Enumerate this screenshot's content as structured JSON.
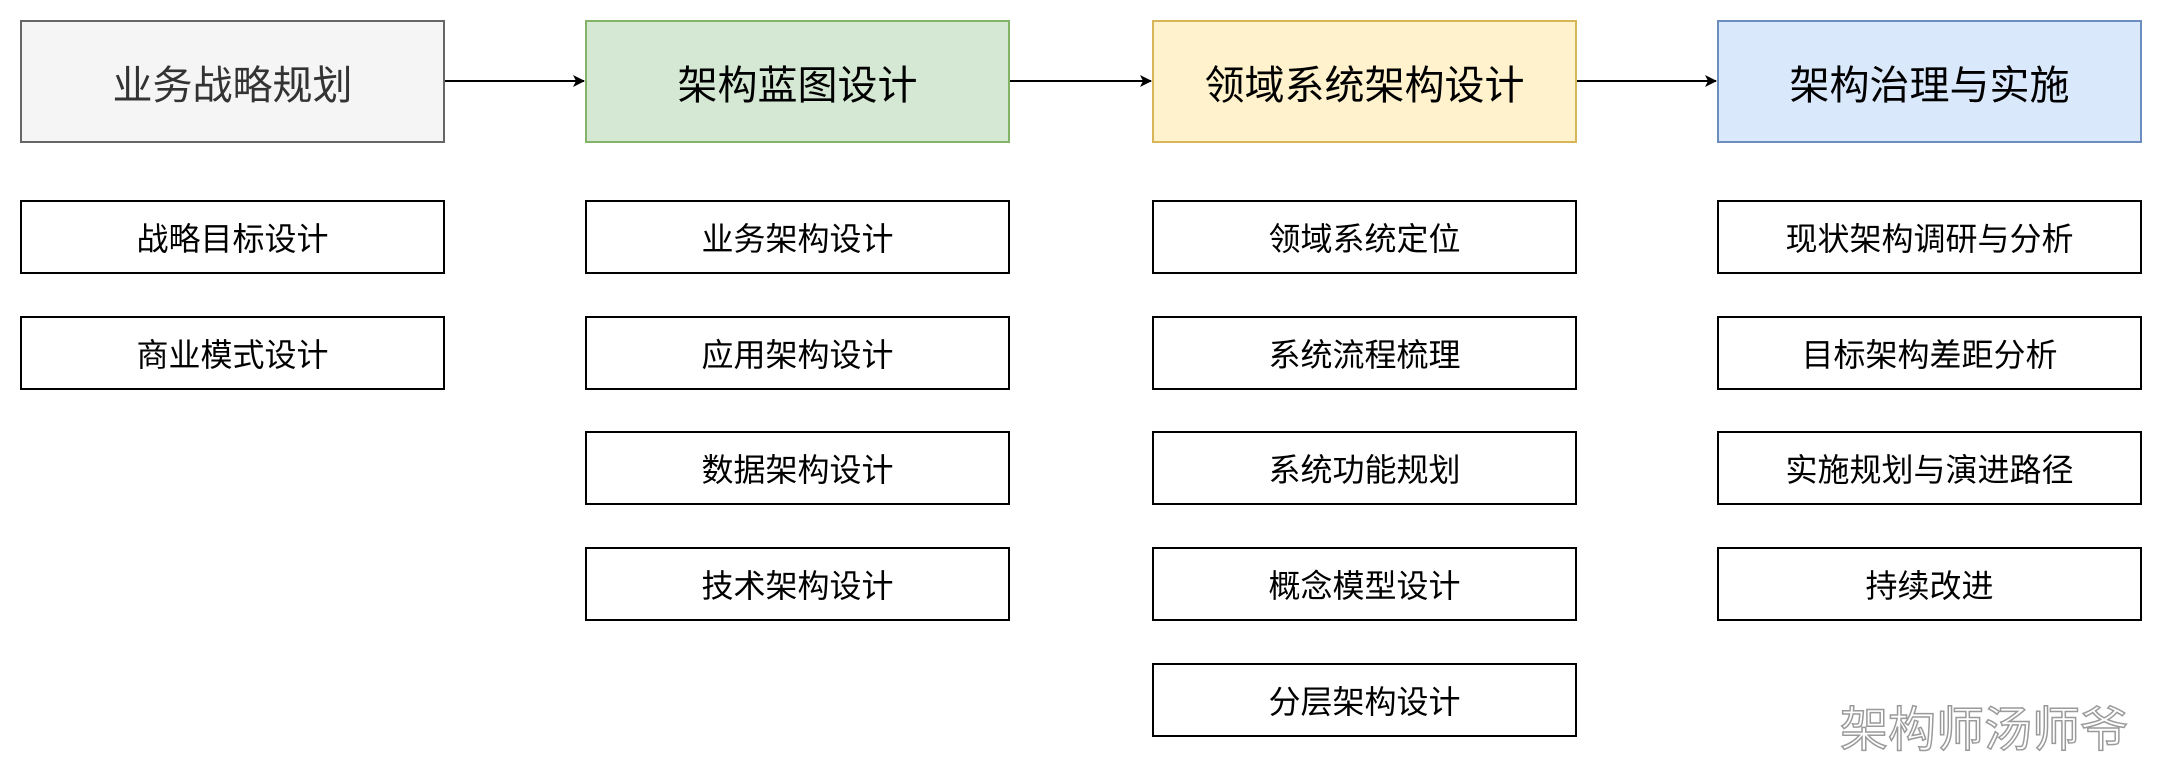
{
  "columns": [
    {
      "title": "业务战略规划",
      "fill": "#f5f5f5",
      "stroke": "#666666",
      "text_color": "#333333",
      "items": [
        "战略目标设计",
        "商业模式设计"
      ]
    },
    {
      "title": "架构蓝图设计",
      "fill": "#d5e8d4",
      "stroke": "#82b366",
      "text_color": "#000000",
      "items": [
        "业务架构设计",
        "应用架构设计",
        "数据架构设计",
        "技术架构设计"
      ]
    },
    {
      "title": "领域系统架构设计",
      "fill": "#fff2cc",
      "stroke": "#d6b656",
      "text_color": "#000000",
      "items": [
        "领域系统定位",
        "系统流程梳理",
        "系统功能规划",
        "概念模型设计",
        "分层架构设计"
      ]
    },
    {
      "title": "架构治理与实施",
      "fill": "#dae8fc",
      "stroke": "#6c8ebf",
      "text_color": "#000000",
      "items": [
        "现状架构调研与分析",
        "目标架构差距分析",
        "实施规划与演进路径",
        "持续改进"
      ]
    }
  ],
  "watermark": "架构师汤师爷"
}
